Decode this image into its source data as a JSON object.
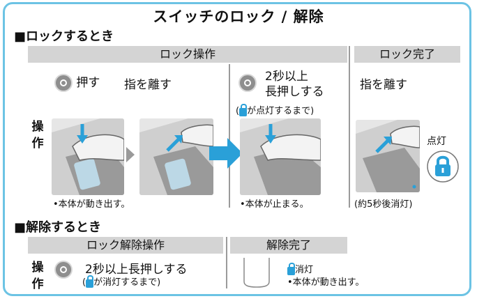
{
  "title": "スイッチのロック / 解除",
  "lock_section": {
    "heading": "■ロックするとき",
    "header_op": "ロック操作",
    "header_done": "ロック完了",
    "row_label": "操作",
    "step1_press": "押す",
    "step1_release": "指を離す",
    "step2_line1": "2秒以上",
    "step2_line2": "長押しする",
    "step2_note_open": "(",
    "step2_note": "が点灯するまで)",
    "step3_release": "指を離す",
    "lit_label": "点灯",
    "caption1": "•本体が動き出す。",
    "caption2": "•本体が止まる。",
    "caption3": "(約5秒後消灯)"
  },
  "unlock_section": {
    "heading": "■解除するとき",
    "header_op": "ロック解除操作",
    "header_done": "解除完了",
    "row_label": "操作",
    "step_text": "2秒以上長押しする",
    "step_note_open": "(",
    "step_note": "が消灯するまで)",
    "done_line1": "消灯",
    "done_line2": "•本体が動き出す。"
  },
  "colors": {
    "frame": "#6cc3e4",
    "accent": "#2aa0d8",
    "header_bar": "#d4d4d4"
  }
}
